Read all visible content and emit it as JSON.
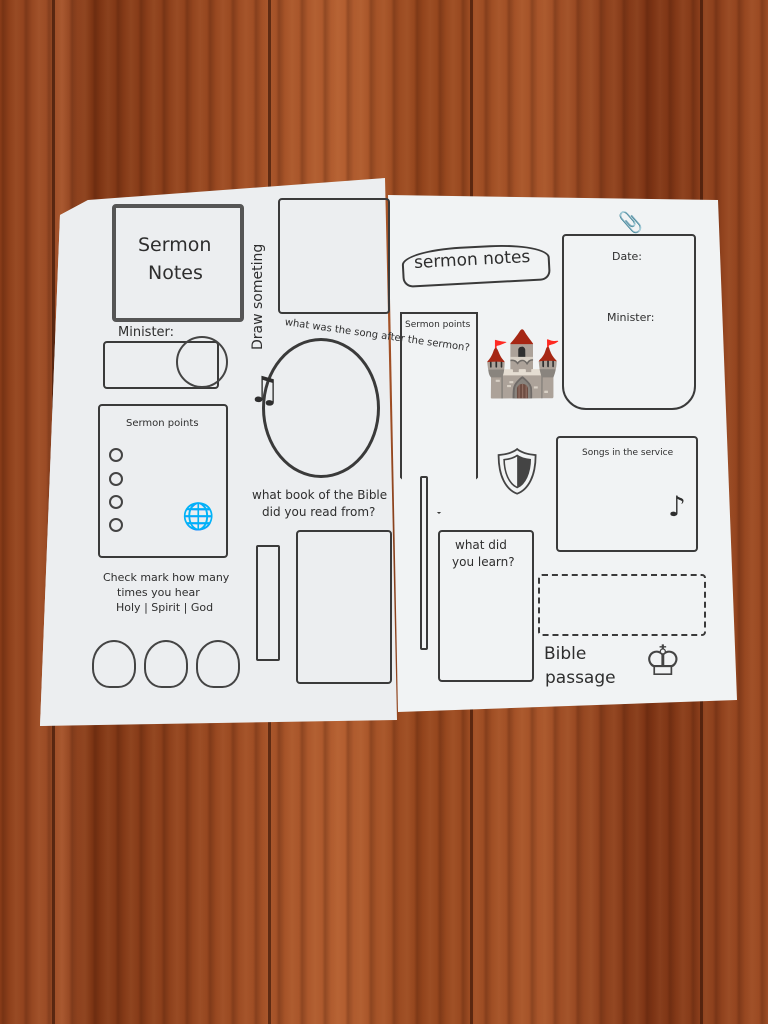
{
  "left_page": {
    "title_line1": "Sermon",
    "title_line2": "Notes",
    "minister_label": "Minister:",
    "draw_prompt": "Draw someting",
    "song_prompt": "what was the song after the sermon?",
    "sermon_points_label": "Sermon points",
    "bible_book_prompt_line1": "what book of the Bible",
    "bible_book_prompt_line2": "did you read from?",
    "check_mark_line1": "Check mark how many",
    "check_mark_line2": "times you hear",
    "check_mark_line3": "Holy | Spirit | God"
  },
  "right_page": {
    "banner_title": "sermon notes",
    "date_label": "Date:",
    "minister_label": "Minister:",
    "sermon_points_label": "Sermon points",
    "songs_label": "Songs in the service",
    "learn_prompt_line1": "what did",
    "learn_prompt_line2": "you learn?",
    "bible_passage_line1": "Bible",
    "bible_passage_line2": "passage"
  }
}
